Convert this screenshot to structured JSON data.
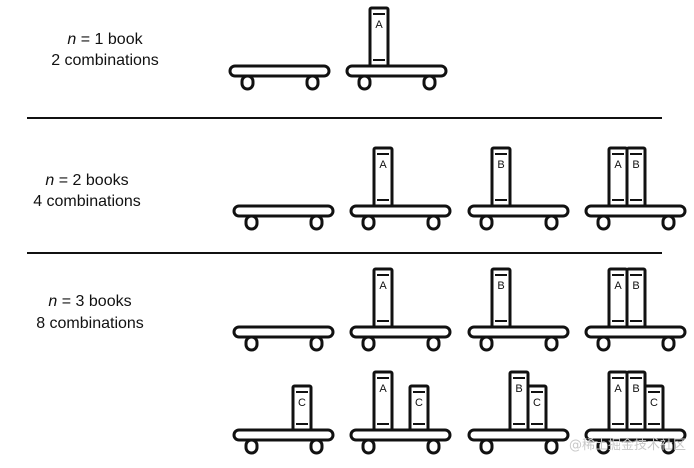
{
  "rows": [
    {
      "label": {
        "n": "n",
        "eq": " = 1 book",
        "line2": "2 combinations"
      },
      "shelves": [
        {
          "books": []
        },
        {
          "books": [
            "A"
          ]
        }
      ]
    },
    {
      "label": {
        "n": "n",
        "eq": " = 2 books",
        "line2": "4 combinations"
      },
      "shelves": [
        {
          "books": []
        },
        {
          "books": [
            "A"
          ]
        },
        {
          "books": [
            "B"
          ]
        },
        {
          "books": [
            "A",
            "B"
          ]
        }
      ]
    },
    {
      "label": {
        "n": "n",
        "eq": " = 3 books",
        "line2": "8 combinations"
      },
      "shelves": [
        {
          "books": []
        },
        {
          "books": [
            "A"
          ]
        },
        {
          "books": [
            "B"
          ]
        },
        {
          "books": [
            "A",
            "B"
          ]
        },
        {
          "books": [
            "C"
          ]
        },
        {
          "books": [
            "A",
            "C"
          ]
        },
        {
          "books": [
            "B",
            "C"
          ]
        },
        {
          "books": [
            "A",
            "B",
            "C"
          ]
        }
      ]
    }
  ],
  "watermark": "@稀土掘金技术社区"
}
